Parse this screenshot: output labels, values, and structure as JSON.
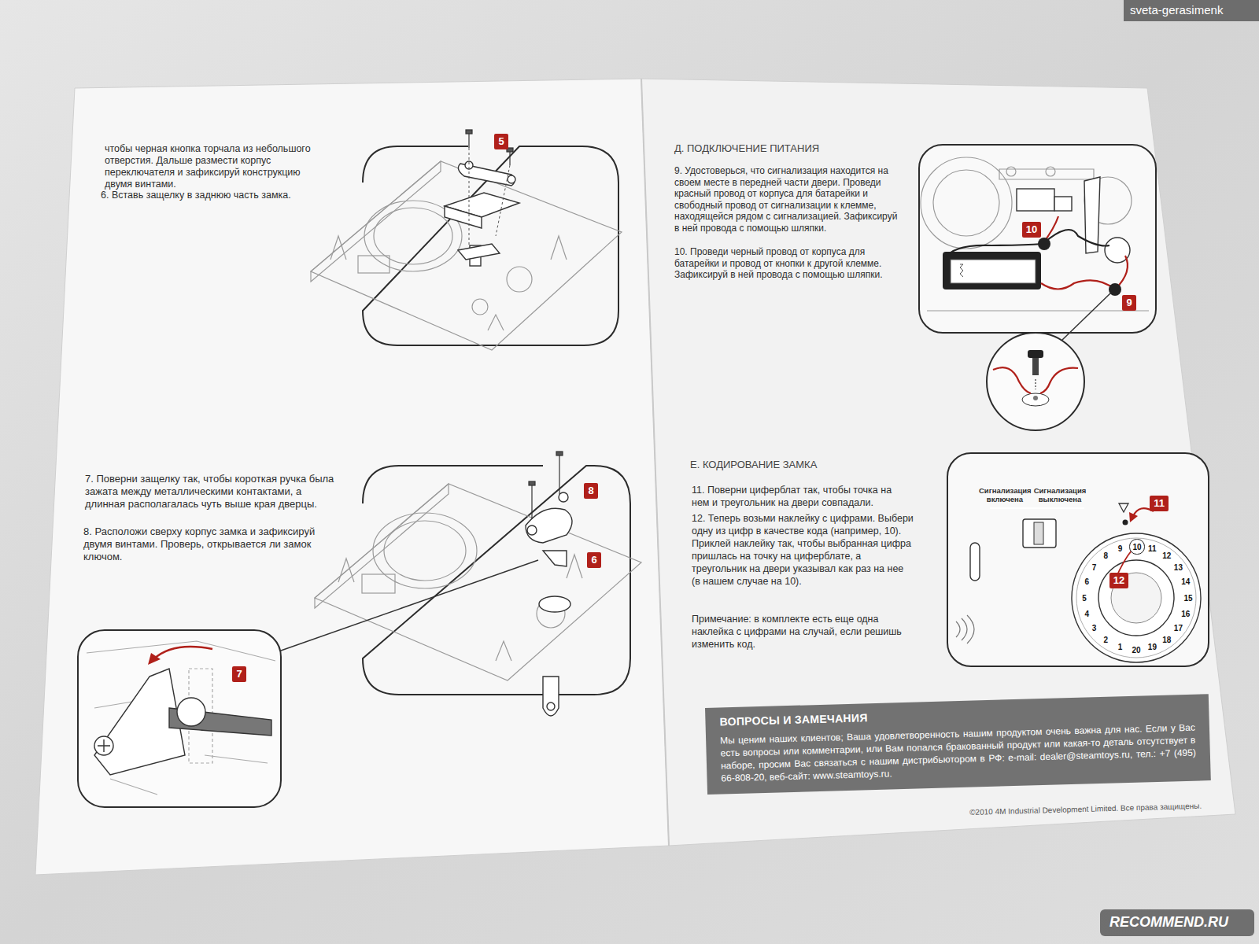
{
  "diagram": {
    "nodes": [
      {
        "text": [
          "5"
        ]
      },
      {
        "text": [
          "8"
        ]
      },
      {
        "text": [
          "6"
        ]
      },
      {
        "text": [
          "7"
        ]
      },
      {
        "text": [
          "10"
        ]
      },
      {
        "text": [
          "9"
        ]
      },
      {
        "text": [
          "11"
        ]
      },
      {
        "text": [
          "12"
        ]
      },
      {
        "text": [
          "10"
        ]
      },
      {
        "text": [
          "ВОПРОСЫ И ЗАМЕЧАНИЯ",
          "Мы ценим наших клиентов; Ваша удовлетворенность нашим продуктом очень важна для нас. Если у Вас есть вопросы или комментарии, или Вам попался бракованный продукт или какая-то деталь отсутствует в наборе, просим Вас связаться с нашим дистрибьютором в РФ: e-mail: dealer@steamtoys.ru, тел.: +7 (495) 66-808-20, веб-сайт: www.steamtoys.ru."
        ]
      }
    ],
    "labels": [
      "sveta-gerasimenk",
      "чтобы черная кнопка торчала из небольшого отверстия. Дальше размести корпус переключателя и зафиксируй конструкцию двумя винтами.",
      "6. Вставь защелку в заднюю часть замка.",
      "7. Поверни защелку так, чтобы короткая ручка была зажата между металлическими контактами, а длинная располагалась чуть выше края дверцы.",
      "8. Расположи сверху корпус замка и зафиксируй двумя винтами. Проверь, открывается ли замок ключом.",
      "Д. ПОДКЛЮЧЕНИЕ ПИТАНИЯ",
      "9. Удостоверься, что сигнализация находится на своем месте в передней части двери. Проведи красный провод от корпуса для батарейки и свободный провод от сигнализации к клемме, находящейся рядом с сигнализацией. Зафиксируй в ней провода с помощью шляпки.",
      "10. Проведи черный провод от корпуса для батарейки и провод от кнопки к другой клемме. Зафиксируй в ней провода с помощью шляпки.",
      "Е. КОДИРОВАНИЕ ЗАМКА",
      "11. Поверни циферблат так, чтобы точка на нем и треугольник на двери совпадали.",
      "12. Теперь возьми наклейку с цифрами. Выбери одну из цифр в качестве кода (например, 10). Приклей наклейку так, чтобы выбранная цифра пришлась на точку на циферблате, а треугольник на двери указывал как раз на нее (в нашем случае на 10).",
      "Примечание: в комплекте есть еще одна наклейка с цифрами на случай, если решишь изменить код.",
      "Сигнализация включена",
      "Сигнализация выключена",
      "1",
      "2",
      "3",
      "4",
      "5",
      "6",
      "7",
      "8",
      "9",
      "11",
      "12",
      "13",
      "14",
      "15",
      "16",
      "17",
      "18",
      "19",
      "20",
      "©2010 4M Industrial Development Limited. Все права защищены.",
      "RECOMMEND.RU"
    ]
  }
}
